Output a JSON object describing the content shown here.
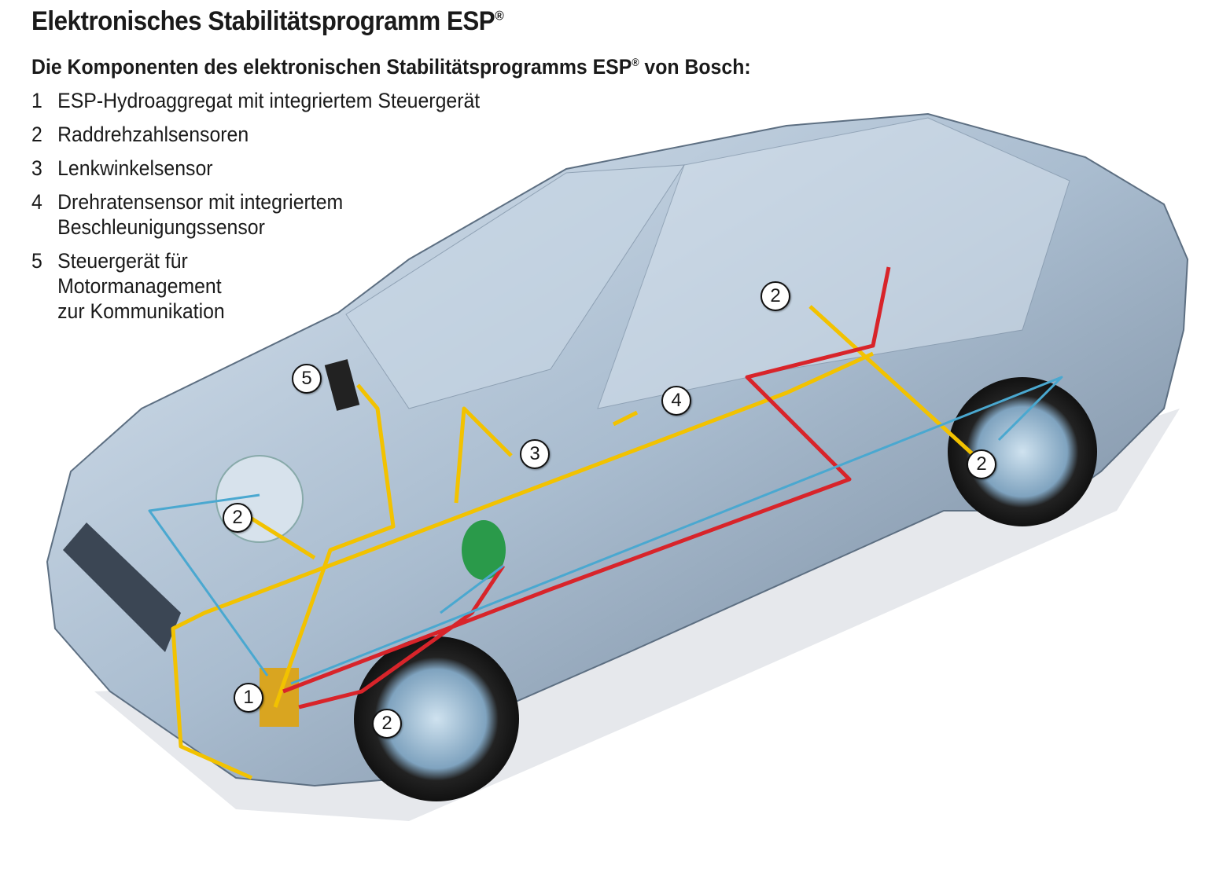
{
  "title": "Elektronisches Stabilitätsprogramm ESP",
  "title_mark": "®",
  "subtitle_a": "Die Komponenten des elektronischen Stabilitätsprogramms ESP",
  "subtitle_mark": "®",
  "subtitle_b": " von Bosch:",
  "components": [
    {
      "number": "1",
      "label": "ESP-Hydroaggregat mit integriertem Steuergerät"
    },
    {
      "number": "2",
      "label": "Raddrehzahlsensoren"
    },
    {
      "number": "3",
      "label": "Lenkwinkelsensor"
    },
    {
      "number": "4",
      "label": "Drehratensensor mit integriertem\nBeschleunigungssensor"
    },
    {
      "number": "5",
      "label": "Steuergerät für\nMotormanagement\nzur Kommunikation"
    }
  ],
  "callouts": [
    "1",
    "2",
    "2",
    "2",
    "2",
    "3",
    "4",
    "5"
  ],
  "colors": {
    "body": "#9fb3c8",
    "wire_yellow": "#f2c200",
    "wire_red": "#d8242a",
    "wire_blue": "#4aa8d0",
    "booster": "#2a9a4a"
  }
}
